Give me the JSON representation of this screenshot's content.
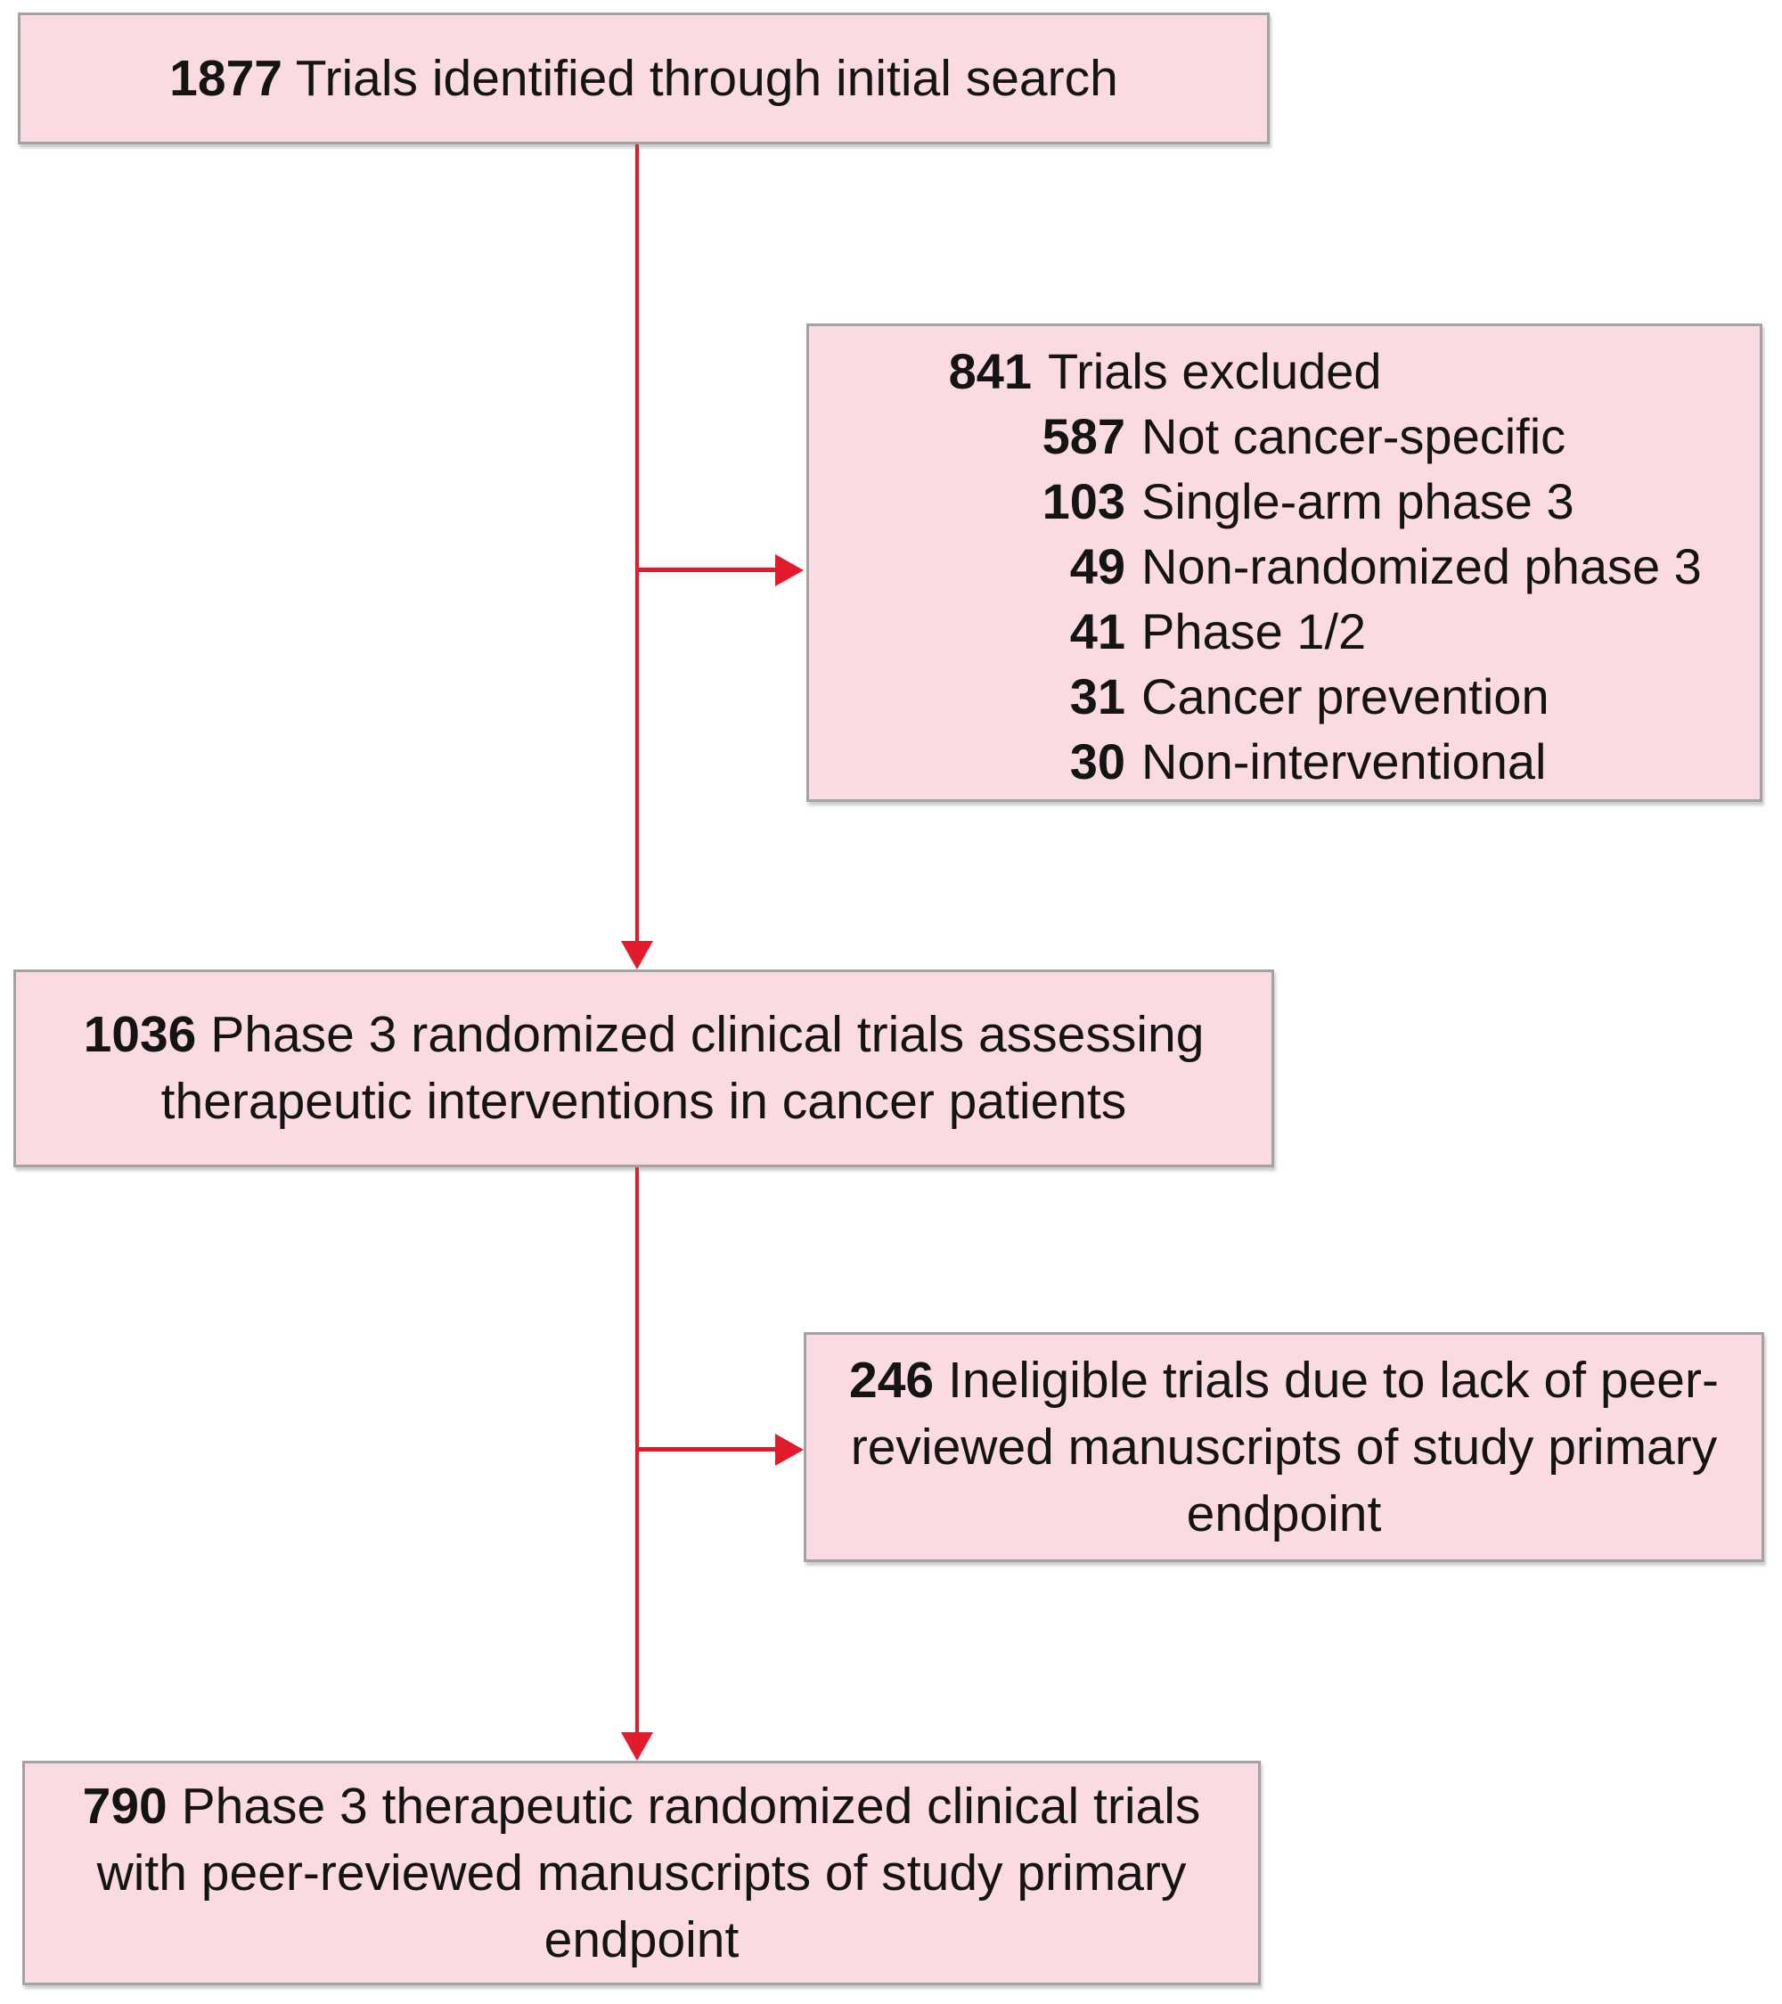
{
  "flow": {
    "initial": {
      "count": "1877",
      "label": "Trials identified through initial search"
    },
    "excluded": {
      "count": "841",
      "label": "Trials excluded",
      "items": [
        {
          "count": "587",
          "label": "Not cancer-specific"
        },
        {
          "count": "103",
          "label": "Single-arm phase 3"
        },
        {
          "count": "49",
          "label": "Non-randomized phase 3"
        },
        {
          "count": "41",
          "label": "Phase 1/2"
        },
        {
          "count": "31",
          "label": "Cancer prevention"
        },
        {
          "count": "30",
          "label": "Non-interventional"
        }
      ]
    },
    "eligible": {
      "count": "1036",
      "label": "Phase 3 randomized clinical trials assessing therapeutic interventions in cancer patients"
    },
    "ineligible": {
      "count": "246",
      "label": "Ineligible trials due to lack of peer-reviewed manuscripts of study primary endpoint"
    },
    "final": {
      "count": "790",
      "label": "Phase 3 therapeutic randomized clinical trials with peer-reviewed manuscripts of study primary endpoint"
    }
  },
  "colors": {
    "box_fill": "#fbdbe2",
    "box_border": "#a3a3a3",
    "arrow": "#e11a2c",
    "text": "#141414"
  }
}
